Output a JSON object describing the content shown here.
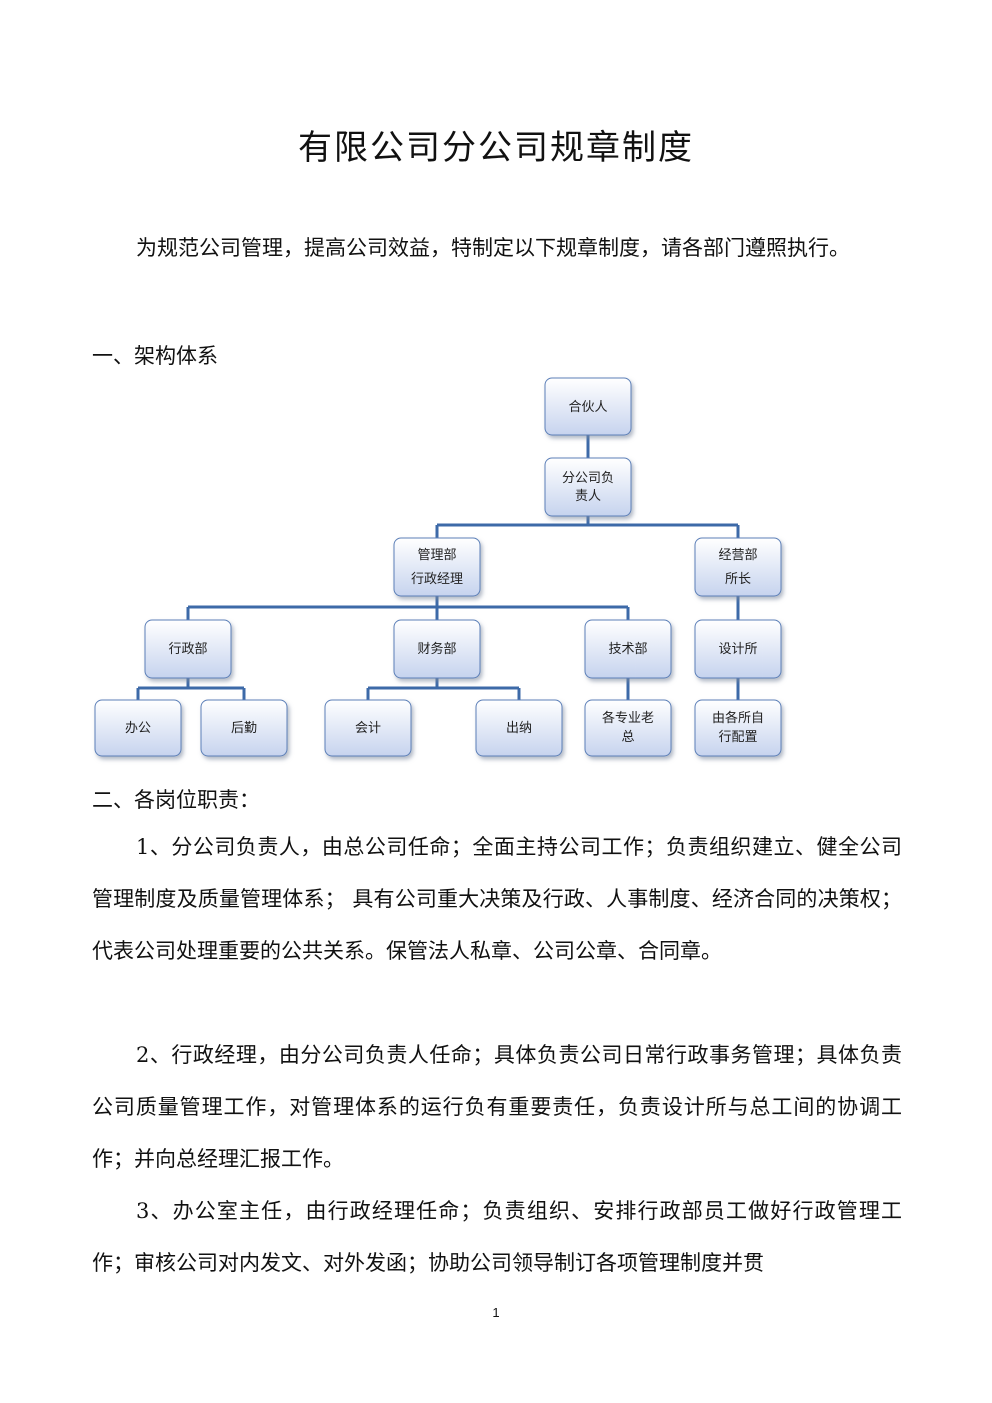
{
  "document": {
    "title": "有限公司分公司规章制度",
    "intro": "为规范公司管理，提高公司效益，特制定以下规章制度，请各部门遵照执行。",
    "section1_heading": "一、架构体系",
    "section2_heading": "二、各岗位职责：",
    "duties": [
      "1、分公司负责人，由总公司任命；全面主持公司工作；负责组织建立、健全公司管理制度及质量管理体系； 具有公司重大决策及行政、人事制度、经济合同的决策权；代表公司处理重要的公共关系。保管法人私章、公司公章、合同章。",
      "2、行政经理，由分公司负责人任命；具体负责公司日常行政事务管理；具体负责公司质量管理工作，对管理体系的运行负有重要责任，负责设计所与总工间的协调工作；并向总经理汇报工作。",
      "3、办公室主任，由行政经理任命；负责组织、安排行政部员工做好行政管理工作；审核公司对内发文、对外发函；协助公司领导制订各项管理制度并贯"
    ],
    "page_number": "1"
  },
  "org_chart": {
    "partner": [
      "合伙人"
    ],
    "branch_head": [
      "分公司负",
      "责人"
    ],
    "mgmt_dept": [
      "管理部",
      "行政经理"
    ],
    "business_dept": [
      "经营部",
      "所长"
    ],
    "admin_dept": [
      "行政部"
    ],
    "finance_dept": [
      "财务部"
    ],
    "tech_dept": [
      "技术部"
    ],
    "design_institute": [
      "设计所"
    ],
    "office": [
      "办公"
    ],
    "logistics": [
      "后勤"
    ],
    "accounting": [
      "会计"
    ],
    "cashier": [
      "出纳"
    ],
    "chief_engineers": [
      "各专业老",
      "总"
    ],
    "institute_staff": [
      "由各所自",
      "行配置"
    ]
  },
  "colors": {
    "node_fill_top": "#ffffff",
    "node_fill_bottom": "#c6d3ee",
    "node_border": "#5b7fb8",
    "connector": "#3d6aa8"
  }
}
